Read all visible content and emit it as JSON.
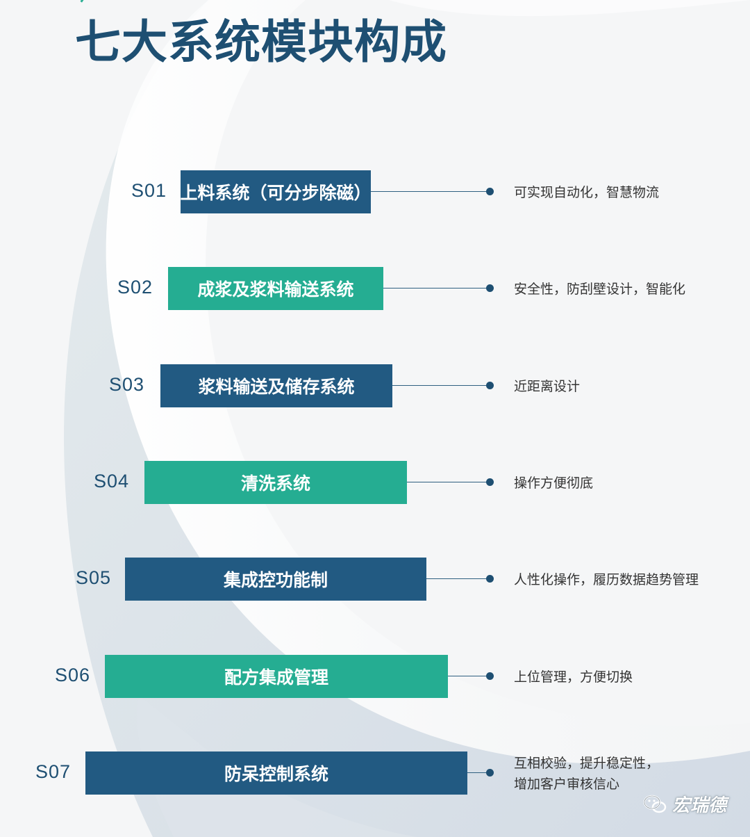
{
  "title": "七大系统模块构成",
  "colors": {
    "navy": "#225a82",
    "teal": "#25ad92",
    "title": "#1e4f72"
  },
  "modules": [
    {
      "code": "S01",
      "name": "上料系统（可分步除磁）",
      "color": "navy",
      "desc": "可实现自动化，智慧物流"
    },
    {
      "code": "S02",
      "name": "成浆及浆料输送系统",
      "color": "teal",
      "desc": "安全性，防刮壁设计，智能化"
    },
    {
      "code": "S03",
      "name": "浆料输送及储存系统",
      "color": "navy",
      "desc": "近距离设计"
    },
    {
      "code": "S04",
      "name": "清洗系统",
      "color": "teal",
      "desc": "操作方便彻底"
    },
    {
      "code": "S05",
      "name": "集成控功能制",
      "color": "navy",
      "desc": "人性化操作，履历数据趋势管理"
    },
    {
      "code": "S06",
      "name": "配方集成管理",
      "color": "teal",
      "desc": "上位管理，方便切换"
    },
    {
      "code": "S07",
      "name": "防呆控制系统",
      "color": "navy",
      "desc": "互相校验，提升稳定性，\n增加客户审核信心"
    }
  ],
  "watermark": {
    "icon": "wechat-icon",
    "text": "宏瑞德"
  }
}
